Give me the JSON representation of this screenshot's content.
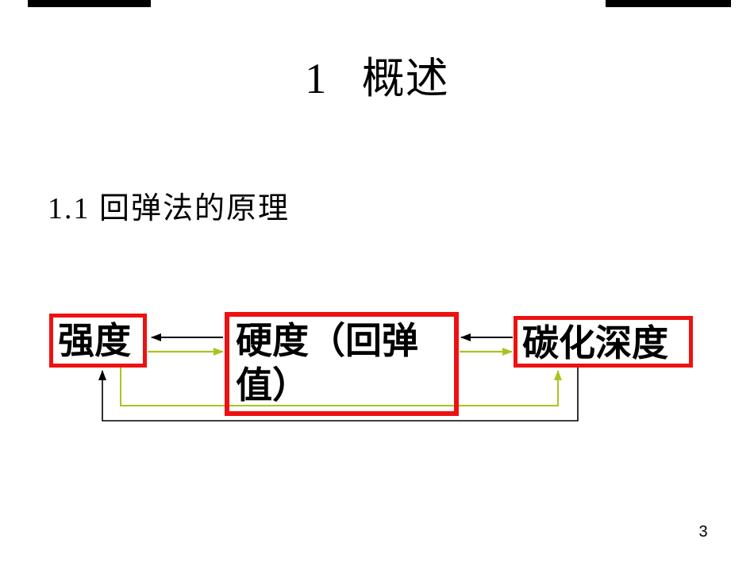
{
  "slide": {
    "title": "1   概述",
    "subtitle": "1.1 回弹法的原理",
    "page_number": "3",
    "diagram": {
      "boxes": [
        {
          "id": "strength",
          "label": "强度"
        },
        {
          "id": "hardness",
          "label": "硬度（回弹\n值）"
        },
        {
          "id": "carbonation",
          "label": "碳化深度"
        }
      ],
      "arrows": [
        {
          "from": "hardness",
          "to": "strength",
          "color_name": "black",
          "route": "direct"
        },
        {
          "from": "strength",
          "to": "hardness",
          "color_name": "yellow-green",
          "route": "direct"
        },
        {
          "from": "carbonation",
          "to": "hardness",
          "color_name": "black",
          "route": "direct"
        },
        {
          "from": "hardness",
          "to": "carbonation",
          "color_name": "yellow-green",
          "route": "direct"
        },
        {
          "from": "strength",
          "to": "carbonation",
          "color_name": "yellow-green",
          "route": "bottom-loop"
        },
        {
          "from": "carbonation",
          "to": "strength",
          "color_name": "black",
          "route": "bottom-loop"
        }
      ],
      "colors": {
        "box_border": "#EE1111",
        "arrow_black": "#000000",
        "arrow_green": "#A8C423",
        "top_bar": "#000000"
      }
    }
  }
}
